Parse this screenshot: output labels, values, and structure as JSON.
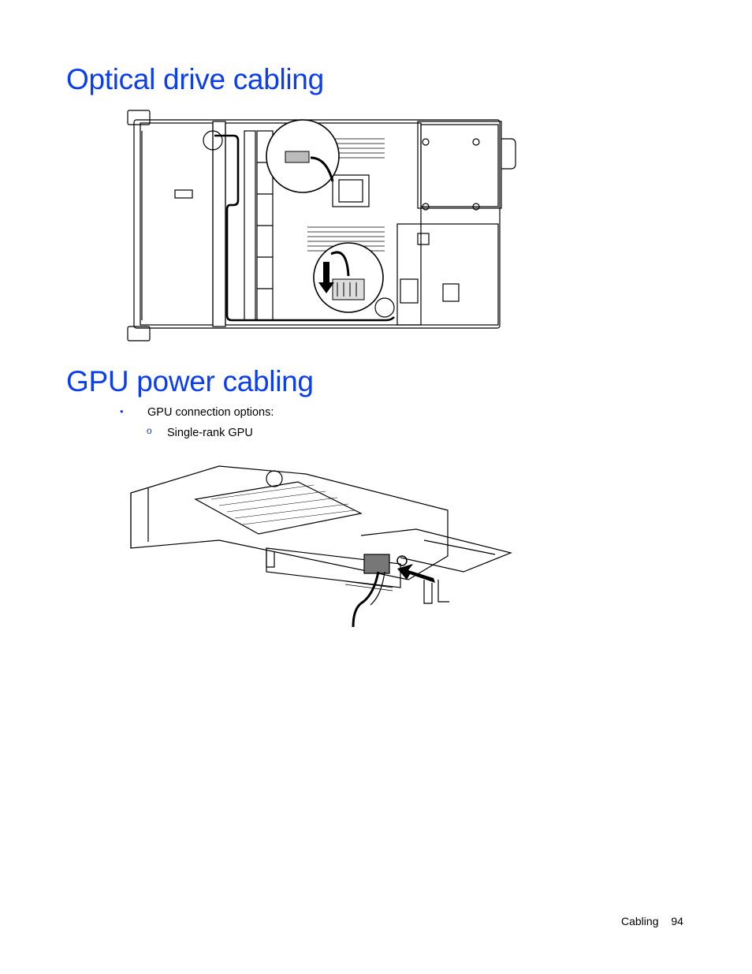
{
  "sections": [
    {
      "title": "Optical drive cabling"
    },
    {
      "title": "GPU power cabling"
    }
  ],
  "gpu_section": {
    "bullets": [
      {
        "marker": "•",
        "text": "GPU connection options:"
      },
      {
        "marker": "o",
        "text": "Single-rank GPU"
      }
    ]
  },
  "footer": {
    "section": "Cabling",
    "page": "94"
  },
  "colors": {
    "heading": "#0b3ef0",
    "text": "#000000"
  }
}
